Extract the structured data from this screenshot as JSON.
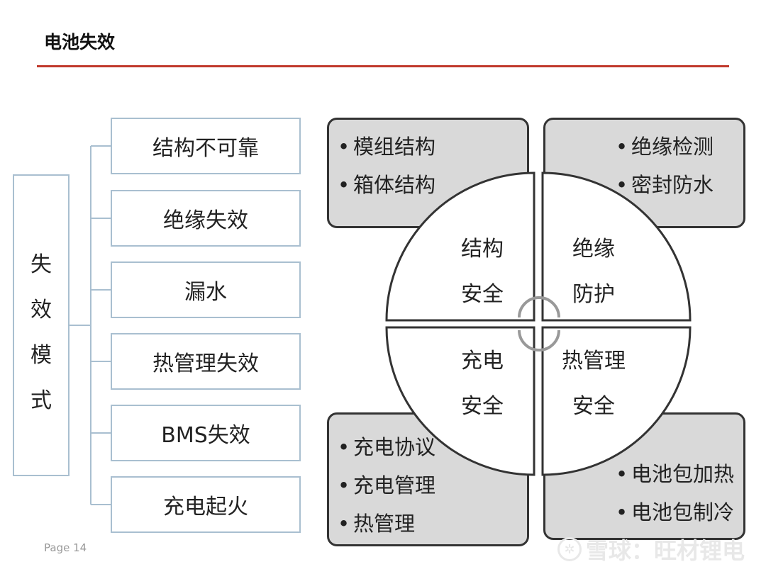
{
  "page": {
    "title": "电池失效",
    "page_number": "Page 14",
    "watermark": "雪球：旺材锂电",
    "accent_color": "#c0392b"
  },
  "failure_modes": {
    "label_chars": [
      "失",
      "效",
      "模",
      "式"
    ],
    "items": [
      "结构不可靠",
      "绝缘失效",
      "漏水",
      "热管理失效",
      "BMS失效",
      "充电起火"
    ]
  },
  "safety_diagram": {
    "quadrants": {
      "top_left": {
        "line1": "结构",
        "line2": "安全",
        "bullets": [
          "模组结构",
          "箱体结构"
        ]
      },
      "top_right": {
        "line1": "绝缘",
        "line2": "防护",
        "bullets": [
          "绝缘检测",
          "密封防水"
        ]
      },
      "bottom_left": {
        "line1": "充电",
        "line2": "安全",
        "bullets": [
          "充电协议",
          "充电管理",
          "热管理"
        ]
      },
      "bottom_right": {
        "line1": "热管理",
        "line2": "安全",
        "bullets": [
          "电池包加热",
          "电池包制冷"
        ]
      }
    },
    "bullet_symbol": "•"
  }
}
